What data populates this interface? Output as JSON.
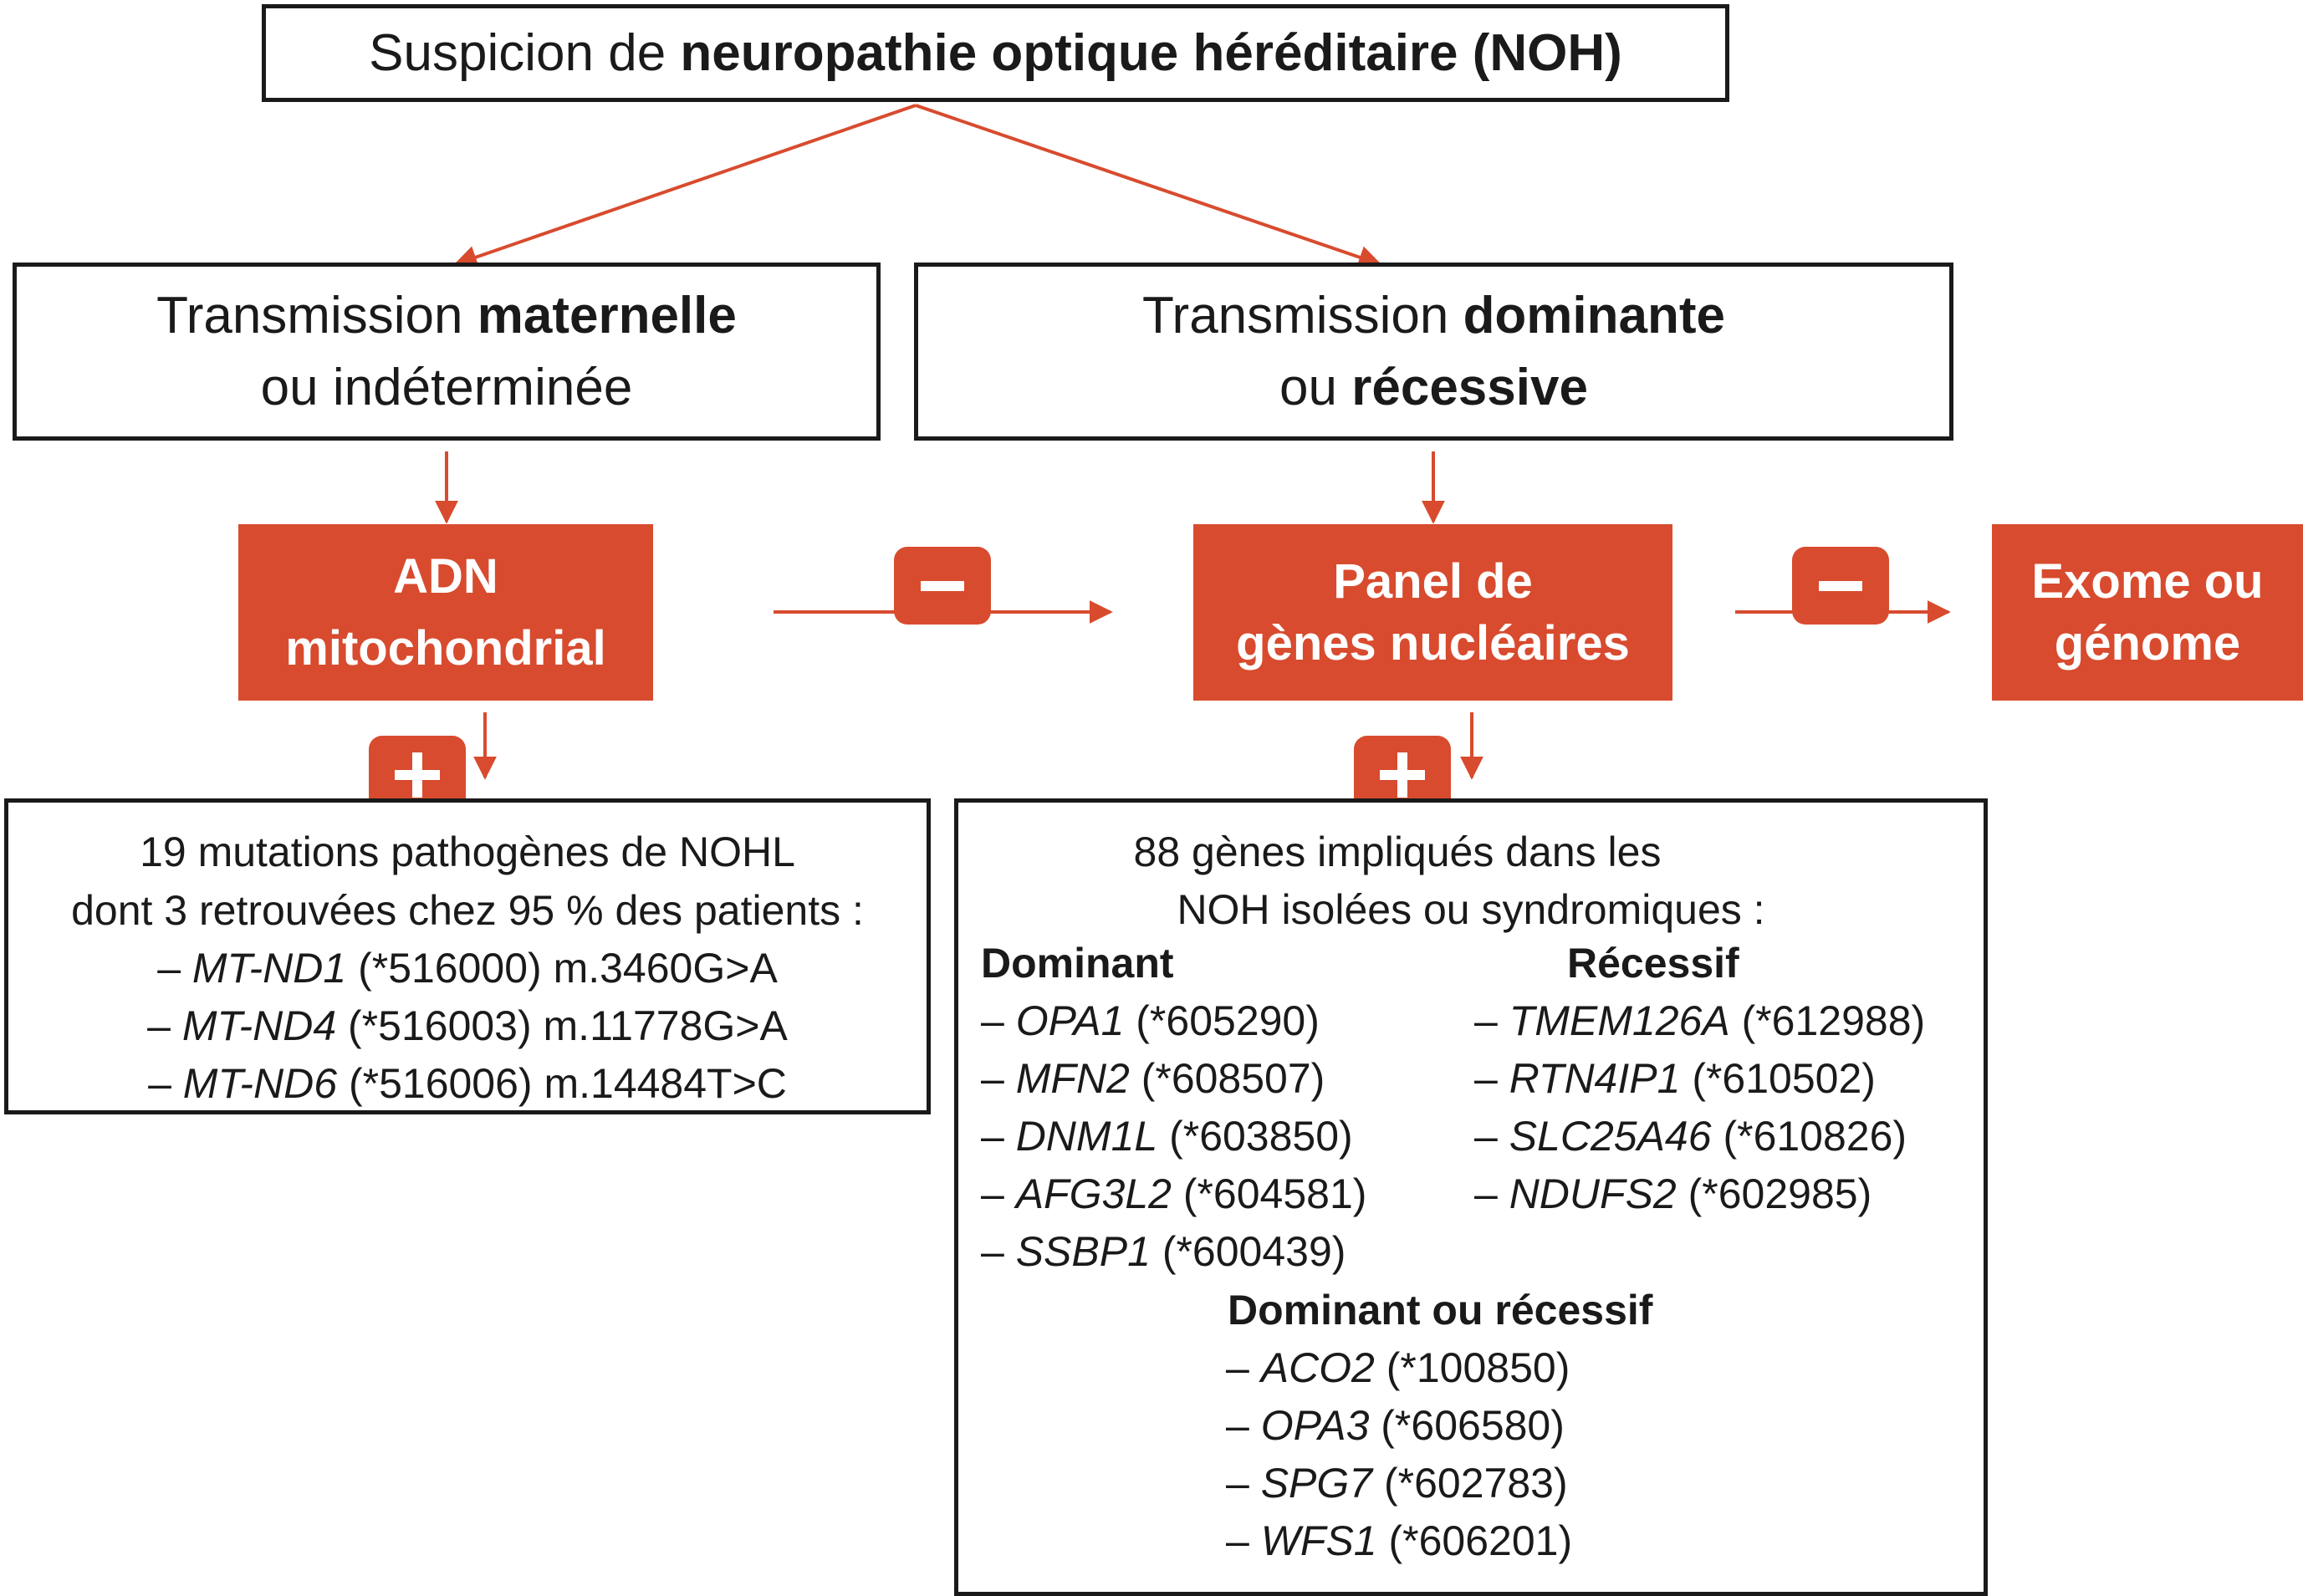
{
  "colors": {
    "accent": "#d84b2e",
    "border": "#1a1a1a",
    "text": "#1a1a1a"
  },
  "top": {
    "prefix": "Suspicion de ",
    "bold": "neuropathie optique héréditaire (NOH)"
  },
  "maternal": {
    "line1_prefix": "Transmission ",
    "line1_bold": "maternelle",
    "line2": "ou indéterminée"
  },
  "dominant": {
    "line1_prefix": "Transmission ",
    "line1_bold": "dominante",
    "line2_prefix": "ou ",
    "line2_bold": "récessive"
  },
  "adn": {
    "line1": "ADN",
    "line2": "mitochondrial"
  },
  "panel": {
    "line1": "Panel de",
    "line2": "gènes nucléaires"
  },
  "exome": {
    "line1": "Exome ou",
    "line2": "génome"
  },
  "signs": {
    "minus": "–",
    "plus": "+"
  },
  "mito_result": {
    "line1": "19 mutations pathogènes de NOHL",
    "line2": "dont 3 retrouvées  chez 95 % des patients :",
    "items": [
      {
        "dash": "– ",
        "gene": "MT-ND1",
        "rest": " (*516000) m.3460G>A"
      },
      {
        "dash": "– ",
        "gene": "MT-ND4",
        "rest": " (*516003) m.11778G>A"
      },
      {
        "dash": "– ",
        "gene": "MT-ND6",
        "rest": " (*516006) m.14484T>C"
      }
    ]
  },
  "nuclear_result": {
    "line1": "88 gènes impliqués dans les",
    "line2": "NOH isolées ou syndromiques :",
    "dominant_title": "Dominant",
    "dominant_items": [
      {
        "dash": "– ",
        "gene": "OPA1",
        "rest": " (*605290)"
      },
      {
        "dash": "– ",
        "gene": "MFN2",
        "rest": " (*608507)"
      },
      {
        "dash": "– ",
        "gene": "DNM1L",
        "rest": " (*603850)"
      },
      {
        "dash": "– ",
        "gene": "AFG3L2",
        "rest": " (*604581)"
      },
      {
        "dash": "– ",
        "gene": "SSBP1",
        "rest": " (*600439)"
      }
    ],
    "recessive_title": "Récessif",
    "recessive_items": [
      {
        "dash": "– ",
        "gene": "TMEM126A",
        "rest": " (*612988)"
      },
      {
        "dash": "– ",
        "gene": "RTN4IP1",
        "rest": " (*610502)"
      },
      {
        "dash": "– ",
        "gene": "SLC25A46",
        "rest": " (*610826)"
      },
      {
        "dash": "– ",
        "gene": "NDUFS2",
        "rest": " (*602985)"
      }
    ],
    "both_title": "Dominant ou récessif",
    "both_items": [
      {
        "dash": "– ",
        "gene": "ACO2",
        "rest": " (*100850)"
      },
      {
        "dash": "– ",
        "gene": "OPA3",
        "rest": " (*606580)"
      },
      {
        "dash": "– ",
        "gene": "SPG7",
        "rest": " (*602783)"
      },
      {
        "dash": "– ",
        "gene": "WFS1",
        "rest": " (*606201)"
      }
    ]
  }
}
